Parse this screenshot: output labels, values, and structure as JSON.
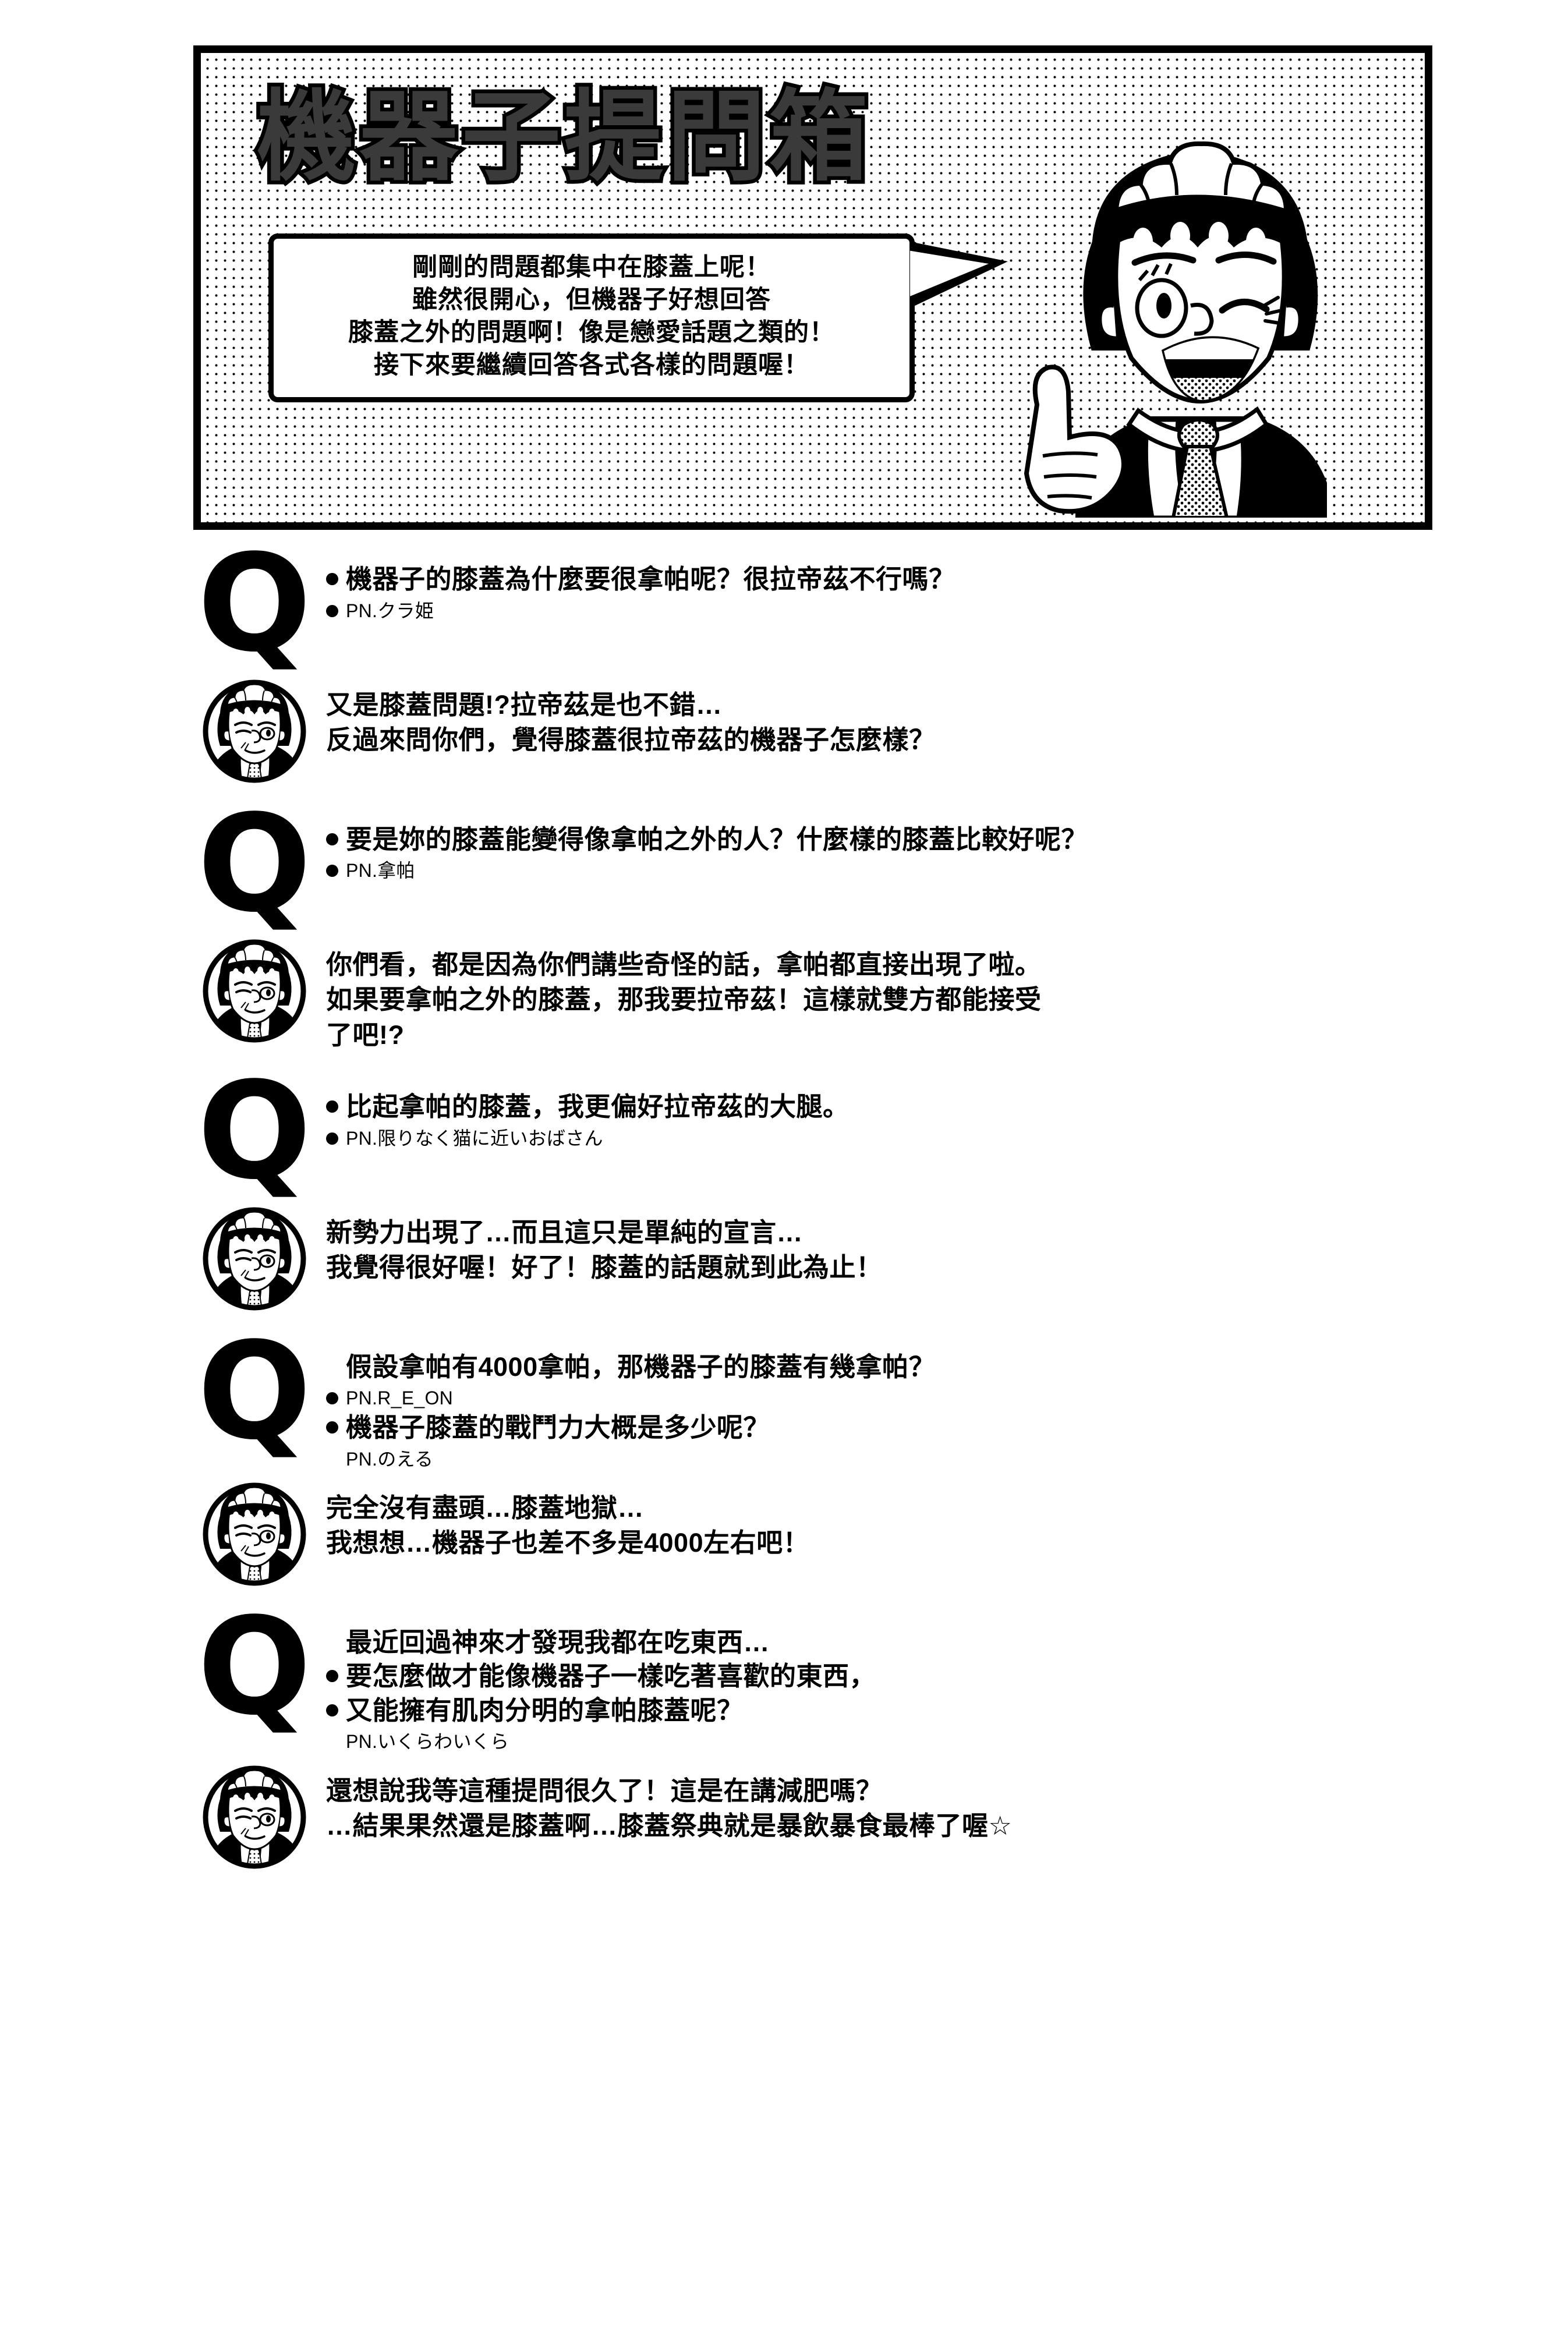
{
  "header": {
    "title": "機器子提問箱",
    "bubble_lines": [
      "剛剛的問題都集中在膝蓋上呢！",
      "雖然很開心，但機器子好想回答",
      "膝蓋之外的問題啊！像是戀愛話題之類的！",
      "接下來要繼續回答各式各樣的問題喔！"
    ],
    "character_alt": "機器子",
    "colors": {
      "ink": "#000000",
      "title_fill": "#3a3a3a",
      "paper": "#ffffff"
    }
  },
  "qa": [
    {
      "type": "question",
      "marker": "Q",
      "lines": [
        {
          "text": "機器子的膝蓋為什麼要很拿帕呢？很拉帝茲不行嗎？",
          "bullet": true,
          "style": "q"
        },
        {
          "text": "PN.クラ姫",
          "bullet": true,
          "style": "pn"
        }
      ]
    },
    {
      "type": "answer",
      "lines": [
        {
          "text": "又是膝蓋問題!?拉帝茲是也不錯…",
          "style": "a"
        },
        {
          "text": "反過來問你們，覺得膝蓋很拉帝茲的機器子怎麼樣？",
          "style": "a"
        }
      ]
    },
    {
      "type": "question",
      "marker": "Q",
      "lines": [
        {
          "text": "要是妳的膝蓋能變得像拿帕之外的人？什麼樣的膝蓋比較好呢？",
          "bullet": true,
          "style": "q"
        },
        {
          "text": "PN.拿帕",
          "bullet": true,
          "style": "pn"
        }
      ]
    },
    {
      "type": "answer",
      "lines": [
        {
          "text": "你們看，都是因為你們講些奇怪的話，拿帕都直接出現了啦。",
          "style": "a"
        },
        {
          "text": "如果要拿帕之外的膝蓋，那我要拉帝茲！這樣就雙方都能接受",
          "style": "a"
        },
        {
          "text": "了吧!?",
          "style": "a"
        }
      ]
    },
    {
      "type": "question",
      "marker": "Q",
      "lines": [
        {
          "text": "比起拿帕的膝蓋，我更偏好拉帝茲的大腿。",
          "bullet": true,
          "style": "q"
        },
        {
          "text": "PN.限りなく猫に近いおばさん",
          "bullet": true,
          "style": "pn"
        }
      ]
    },
    {
      "type": "answer",
      "lines": [
        {
          "text": "新勢力出現了…而且這只是單純的宣言…",
          "style": "a"
        },
        {
          "text": "我覺得很好喔！好了！膝蓋的話題就到此為止！",
          "style": "a"
        }
      ]
    },
    {
      "type": "question",
      "marker": "Q",
      "lines": [
        {
          "text": "假設拿帕有4000拿帕，那機器子的膝蓋有幾拿帕？",
          "bullet": false,
          "style": "q"
        },
        {
          "text": "PN.R_E_ON",
          "bullet": true,
          "style": "pn"
        },
        {
          "text": "機器子膝蓋的戰鬥力大概是多少呢？",
          "bullet": true,
          "style": "q"
        },
        {
          "text": "PN.のえる",
          "bullet": false,
          "style": "pn"
        }
      ]
    },
    {
      "type": "answer",
      "lines": [
        {
          "text": "完全沒有盡頭…膝蓋地獄…",
          "style": "a"
        },
        {
          "text": "我想想…機器子也差不多是4000左右吧！",
          "style": "a"
        }
      ]
    },
    {
      "type": "question",
      "marker": "Q",
      "lines": [
        {
          "text": "最近回過神來才發現我都在吃東西…",
          "bullet": false,
          "style": "q"
        },
        {
          "text": "要怎麼做才能像機器子一樣吃著喜歡的東西，",
          "bullet": true,
          "style": "q"
        },
        {
          "text": "又能擁有肌肉分明的拿帕膝蓋呢？",
          "bullet": true,
          "style": "q"
        },
        {
          "text": "PN.いくらわいくら",
          "bullet": false,
          "style": "pn"
        }
      ]
    },
    {
      "type": "answer",
      "lines": [
        {
          "text": "還想說我等這種提問很久了！這是在講減肥嗎？",
          "style": "a"
        },
        {
          "text": "…結果果然還是膝蓋啊…膝蓋祭典就是暴飲暴食最棒了喔☆",
          "style": "a"
        }
      ]
    }
  ]
}
